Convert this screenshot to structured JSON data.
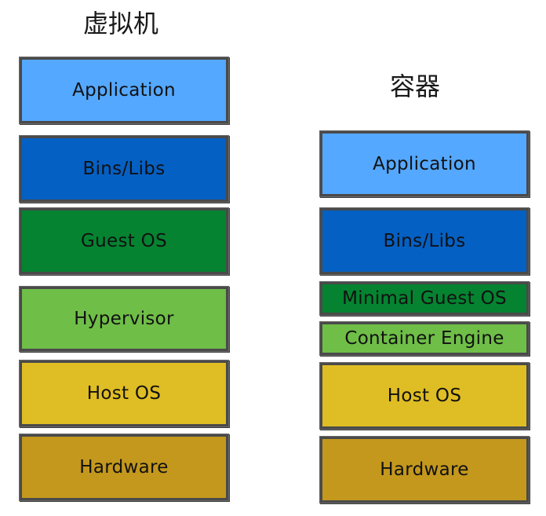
{
  "vm": {
    "title": "虚拟机",
    "layers": [
      {
        "label": "Application",
        "color": "#54a8ff"
      },
      {
        "label": "Bins/Libs",
        "color": "#0560c4"
      },
      {
        "label": "Guest OS",
        "color": "#058331"
      },
      {
        "label": "Hypervisor",
        "color": "#6fbe47"
      },
      {
        "label": "Host OS",
        "color": "#dfbd24"
      },
      {
        "label": "Hardware",
        "color": "#c4981d"
      }
    ]
  },
  "container": {
    "title": "容器",
    "layers": [
      {
        "label": "Application",
        "color": "#54a8ff"
      },
      {
        "label": "Bins/Libs",
        "color": "#0560c4"
      },
      {
        "label": "Minimal Guest OS",
        "color": "#058331"
      },
      {
        "label": "Container Engine",
        "color": "#6fbe47"
      },
      {
        "label": "Host OS",
        "color": "#dfbd24"
      },
      {
        "label": "Hardware",
        "color": "#c4981d"
      }
    ]
  }
}
